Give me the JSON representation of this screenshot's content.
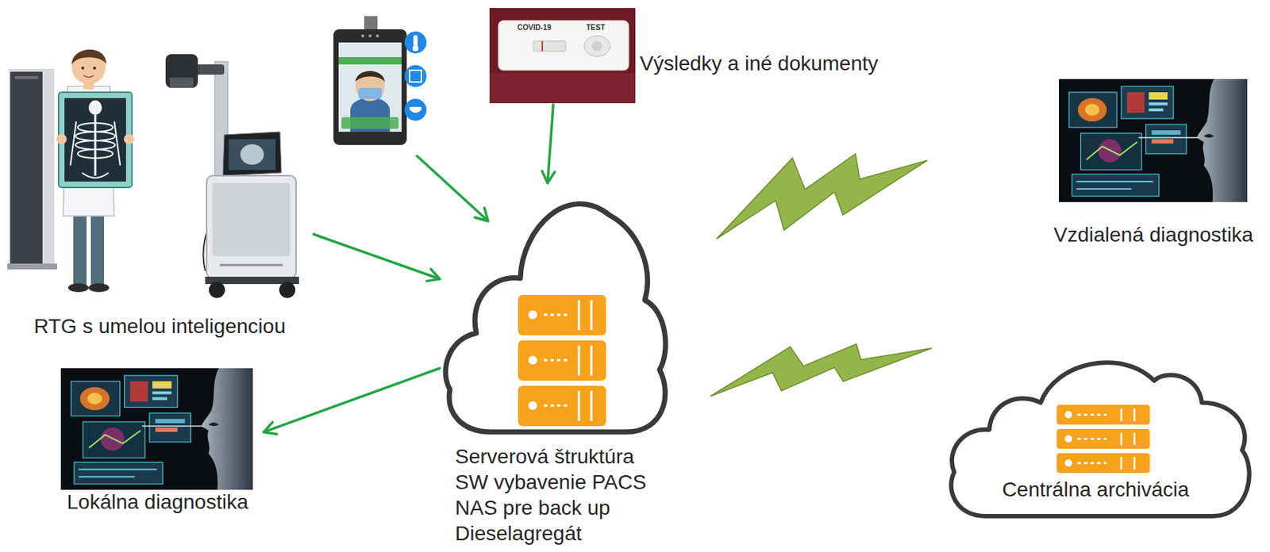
{
  "diagram": {
    "nodes": [
      {
        "text": [
          "RTG s umelou inteligenciou"
        ]
      },
      {
        "text": [
          "Výsledky a iné dokumenty"
        ]
      },
      {
        "text": [
          "Serverová štruktúra",
          "SW vybavenie PACS",
          "NAS pre back up",
          "Dieselagregát"
        ]
      },
      {
        "text": [
          "Vzdialená diagnostika"
        ]
      },
      {
        "text": [
          "Lokálna diagnostika"
        ]
      },
      {
        "text": [
          "Centrálna archivácia"
        ]
      }
    ],
    "edges": [
      {
        "from": 0,
        "to": 2,
        "arrow": "to"
      },
      {
        "from": 1,
        "to": 2,
        "arrow": "to"
      },
      {
        "from": 2,
        "to": 4,
        "arrow": "to"
      },
      {
        "from": 2,
        "to": 3,
        "arrow": "none"
      },
      {
        "from": 2,
        "to": 5,
        "arrow": "none"
      }
    ],
    "labels": [
      "COVID-19",
      "TEST"
    ]
  }
}
